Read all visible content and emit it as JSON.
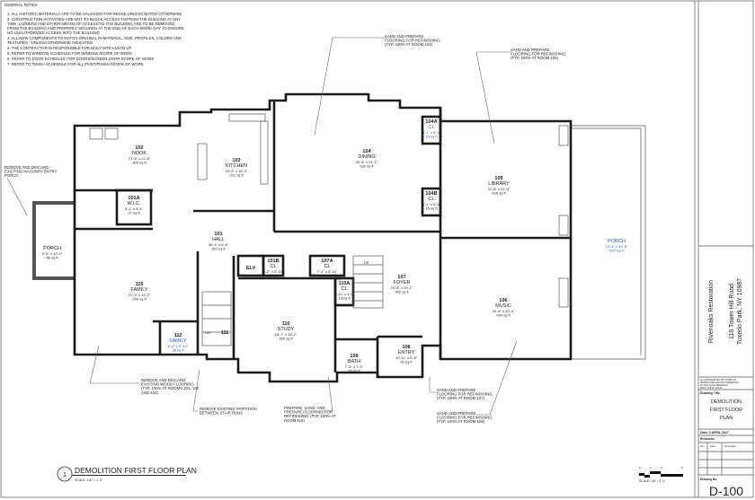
{
  "general_notes": {
    "heading": "GENERAL NOTES:",
    "items": [
      "1.   ALL HISTORIC MATERIALS ARE TO BE SALVAGED FOR REUSE UNLESS NOTED OTHERWISE",
      "2.   CONSTRUCTION ACTIVITIES ARE NOT TO BLOCK ACCESS TO/FROM THE BUILDING AT ANY",
      "      TIME. LADDERS AND OTHER MEANS OF ACCESS TO THE BUILDING ARE TO BE REMOVED",
      "      FROM THE BUILDING AND PROPERLY SECURED AT THE END OF EACH WORK DAY TO ENSURE",
      "      NO UNAUTHORIZED ACCESS INTO THE BUILDING",
      "3.   ALL NEW COMPONENTS TO MATCH ORIGINAL IN MATERIAL, SIZE, PROFILES, COLORS AND",
      "      TEXTURES - UNLESS OTHERWISE INDICATED",
      "4.   THE CONTRACTOR IS RESPONSIBLE FOR DAILY SITE CLEAN UP",
      "5.   REFER TO WINDOW SCHEDULE FOR WINDOW SCOPE OF WORK",
      "6.   REFER TO DOOR SCHEDULE FOR DOORS/SCREEN DOOR SCOPE OF WORK",
      "7.   REFER TO FINISH SCHEDULE FOR ALL PAINT/FINISH SCOPE OF WORK"
    ]
  },
  "rooms": [
    {
      "id": "nook",
      "number": "102",
      "name": "NOOK",
      "dims": "21'-8\" x 11'-8\"",
      "area": "303 sq ft"
    },
    {
      "id": "kitchen",
      "number": "103",
      "name": "KITCHEN",
      "dims": "15'-3\" x 16'-5\"",
      "area": "251 sq ft"
    },
    {
      "id": "dining",
      "number": "104",
      "name": "DINING",
      "dims": "25'-8\" x 21'-1\"",
      "area": "530 sq ft"
    },
    {
      "id": "cl-104a",
      "number": "104A",
      "name": "CL",
      "dims": "3'-1\" x 5'-0\"",
      "area": "16 sq ft"
    },
    {
      "id": "cl-104b",
      "number": "104B",
      "name": "CL",
      "dims": "3'-1\" x 5'-0\"",
      "area": "16 sq ft"
    },
    {
      "id": "library",
      "number": "105",
      "name": "LIBRARY",
      "dims": "21'-8\" x 21'-8\"",
      "area": "436 sq ft"
    },
    {
      "id": "wic",
      "number": "101A",
      "name": "W.I.C.",
      "dims": "5'-1\" x 5'-4\"",
      "area": "27 sq ft"
    },
    {
      "id": "hall",
      "number": "101",
      "name": "HALL",
      "dims": "36'-4\" x 6'-8\"",
      "area": "267 sq ft"
    },
    {
      "id": "porch-west",
      "number": "",
      "name": "PORCH",
      "dims": "6'-0\" x 12'-0\"",
      "area": "66 sq ft"
    },
    {
      "id": "family",
      "number": "115",
      "name": "FAMILY",
      "dims": "21'-3\" x 12'-2\"",
      "area": "259 sq ft"
    },
    {
      "id": "family-112",
      "number": "112",
      "name": "FAMILY",
      "dims": "6'-6\" x 5'-10\"",
      "area": "36 sq ft"
    },
    {
      "id": "stair-111",
      "number": "111",
      "name": "",
      "dims": "",
      "area": ""
    },
    {
      "id": "elevator",
      "number": "",
      "name": "ELV",
      "dims": "",
      "area": ""
    },
    {
      "id": "cl-101b",
      "number": "101B",
      "name": "CL",
      "dims": "3'-2\" x 3'-10\"",
      "area": "12 sq ft"
    },
    {
      "id": "cl-107a",
      "number": "107A",
      "name": "CL",
      "dims": "7'-4\" x 3'-10\"",
      "area": "28 sq ft"
    },
    {
      "id": "cl-110a",
      "number": "110A",
      "name": "CL",
      "dims": "3'-11\" x 4'-0\"",
      "area": "13 sq ft"
    },
    {
      "id": "study",
      "number": "110",
      "name": "STUDY",
      "dims": "18'-7\" x 15'-2\"",
      "area": "280 sq ft"
    },
    {
      "id": "bath",
      "number": "109",
      "name": "BATH",
      "dims": "7'-5\" x 7'-3\"",
      "area": "53 sq ft"
    },
    {
      "id": "foyer",
      "number": "107",
      "name": "FOYER",
      "dims": "19'-8\" x 20'-1\"",
      "area": "392 sq ft"
    },
    {
      "id": "entry",
      "number": "108",
      "name": "ENTRY",
      "dims": "10'-11\" x 5'-8\"",
      "area": "61 sq ft"
    },
    {
      "id": "music",
      "number": "106",
      "name": "MUSIC",
      "dims": "20'-8\" x 20'-4\"",
      "area": "430 sq ft"
    },
    {
      "id": "porch-east",
      "number": "",
      "name": "PORCH",
      "dims": "12'-4\" x 40'-8\"",
      "area": "501 sq ft"
    }
  ],
  "stairs": {
    "up_label": "UP",
    "down_label": "DN"
  },
  "callouts": [
    [
      "SAND AND PREPARE",
      "FLOORING FOR REFINISHING",
      "(TYP. 100% AT ROOM 104)"
    ],
    [
      "SAND AND PREPARE",
      "FLOORING FOR REFINISHING",
      "(TYP. 100% AT ROOM 105)"
    ],
    [
      "REMOVE AND DISCARD",
      "EXISTING MASONRY ENTRY",
      "PORCH"
    ],
    [
      "REMOVE AND DISCARD",
      "EXISTING WOOD FLOORING",
      "(TYP. 100% AT ROOMS 101, 102",
      "AND 103)"
    ],
    [
      "REMOVE EXISTING PARTITION",
      "BETWEEN STAIR RUNS"
    ],
    [
      "PREPARE, SAND, AND",
      "PREPARE FLOORING FOR",
      "REFINISHING (TYP. 100% AT",
      "ROOM 110)"
    ],
    [
      "SAND AND PREPARE",
      "FLOORING FOR REFINISHING",
      "(TYP. 100% AT ROOM 107)"
    ],
    [
      "SAND AND PREPARE",
      "FLOORING FOR REFINISHING",
      "(TYP. 100% AT ROOM 108)"
    ]
  ],
  "drawing_label": {
    "number": "1",
    "title": "DEMOLITION FIRST FLOOR PLAN",
    "scale": "SCALE: 1/8\" = 1'-0\""
  },
  "scale_bar": {
    "ticks": [
      "0",
      "2",
      "4",
      "8"
    ],
    "label": "SCALE: 1/8\" = 1'-0\""
  },
  "title_block": {
    "project_name": "Rivenoaks Restoration",
    "address_line1": "118 Tower Hill Road",
    "address_line2": "Tuxedo Park, NY 10987",
    "notes": [
      "ALL DRAWINGS NOT BE COPIED OR",
      "REPRODUCED WITHOUT PERMISSION",
      "DO NOT SCALE DRAWINGS",
      "APPLY JOB No. 185-10"
    ],
    "drawing_title_label": "Drawing Title",
    "drawing_title": [
      "DEMOLITION",
      "FIRST FLOOR",
      "PLAN"
    ],
    "date": "Date: 3 APRIL 2017",
    "revisions_label": "Revisions",
    "revision_columns": [
      "No.",
      "Date",
      "Description"
    ],
    "drawing_no_label": "Drawing No.",
    "drawing_no": "D-100"
  },
  "colors": {
    "line": "#1a1a1a",
    "room_label_blue": "#2b5fa6"
  }
}
